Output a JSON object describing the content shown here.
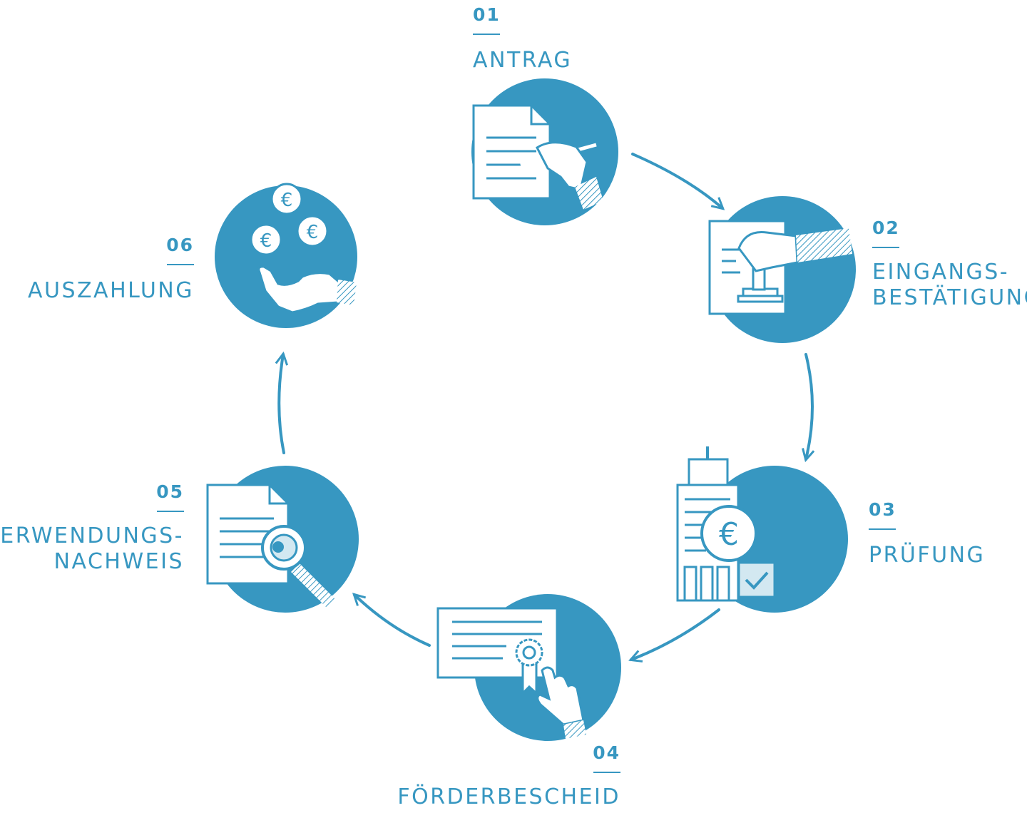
{
  "colors": {
    "primary": "#3797c1",
    "background": "#ffffff"
  },
  "steps": [
    {
      "number": "01",
      "title_lines": [
        "ANTRAG"
      ],
      "icon": "document-signing-hand-icon"
    },
    {
      "number": "02",
      "title_lines": [
        "EINGANGS-",
        "BESTÄTIGUNG"
      ],
      "icon": "stamp-document-icon"
    },
    {
      "number": "03",
      "title_lines": [
        "PRÜFUNG"
      ],
      "icon": "building-euro-check-icon"
    },
    {
      "number": "04",
      "title_lines": [
        "FÖRDERBESCHEID"
      ],
      "icon": "certificate-hand-icon"
    },
    {
      "number": "05",
      "title_lines": [
        "VERWENDUNGS-",
        "NACHWEIS"
      ],
      "icon": "document-magnifier-icon"
    },
    {
      "number": "06",
      "title_lines": [
        "AUSZAHLUNG"
      ],
      "icon": "hand-euro-coins-icon"
    }
  ],
  "flow": "clockwise cycle 01 → 02 → 03 → 04 → 05 → 06"
}
